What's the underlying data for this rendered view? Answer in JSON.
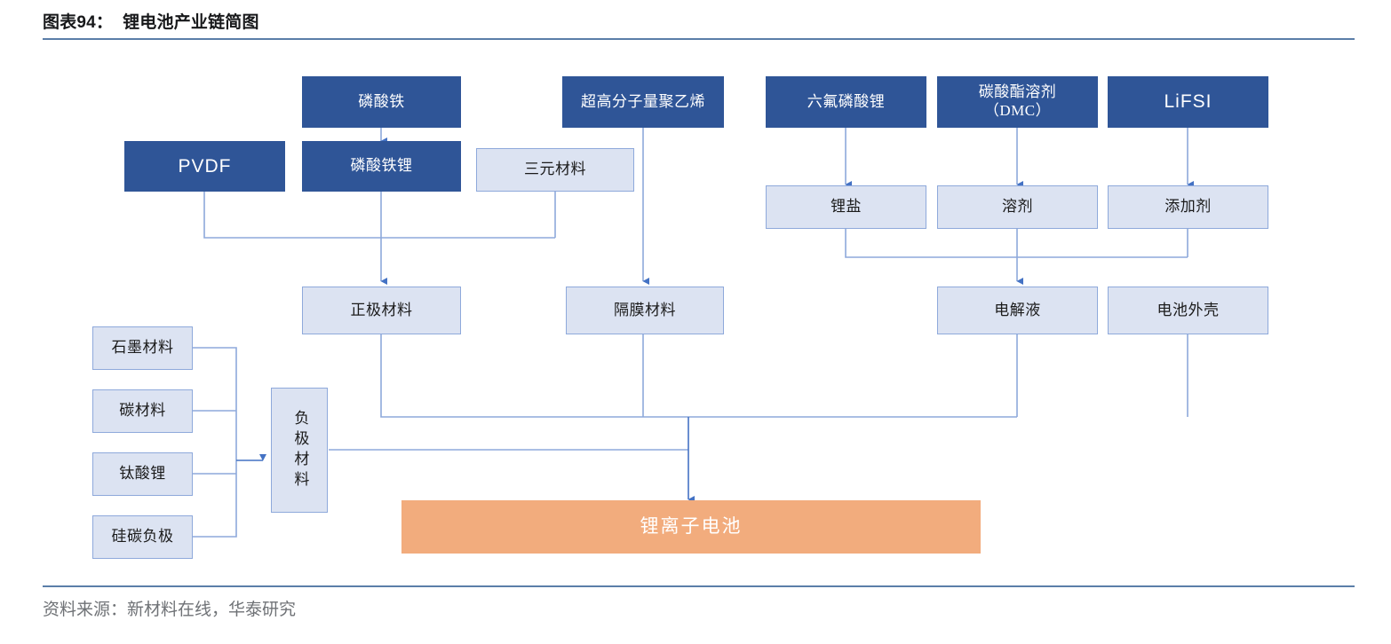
{
  "figure": {
    "title": "图表94：  锂电池产业链简图",
    "source": "资料来源：新材料在线，华泰研究"
  },
  "colors": {
    "dark_blue": "#2F5597",
    "light_blue_fill": "#DCE3F2",
    "light_blue_border": "#8EA9DB",
    "accent_orange": "#F2AC7D",
    "connector": "#8EA9DB",
    "arrow": "#4472C4",
    "rule": "#5B7EA8",
    "source_text": "#6F7276"
  },
  "nodes": {
    "lithium_iron_phosphate_raw": "磷酸铁",
    "uhmwpe": "超高分子量聚乙烯",
    "lithium_hexafluorophosphate": "六氟磷酸锂",
    "carbonate_solvent": "碳酸酯溶剂\n（DMC）",
    "lifsi": "LiFSI",
    "pvdf": "PVDF",
    "lfp": "磷酸铁锂",
    "ternary_material": "三元材料",
    "lithium_salt": "锂盐",
    "solvent": "溶剂",
    "additive": "添加剂",
    "cathode_material": "正极材料",
    "separator_material": "隔膜材料",
    "electrolyte": "电解液",
    "battery_shell": "电池外壳",
    "graphite_material": "石墨材料",
    "carbon_material": "碳材料",
    "lithium_titanate": "钛酸锂",
    "silicon_carbon_anode": "硅碳负极",
    "anode_material": "负极材料",
    "lithium_ion_battery": "锂离子电池"
  },
  "flow": {
    "edges": [
      {
        "from": "磷酸铁",
        "to": "磷酸铁锂"
      },
      {
        "from": "超高分子量聚乙烯",
        "to": "隔膜材料"
      },
      {
        "from": "六氟磷酸锂",
        "to": "锂盐"
      },
      {
        "from": "碳酸酯溶剂（DMC）",
        "to": "溶剂"
      },
      {
        "from": "LiFSI",
        "to": "添加剂"
      },
      {
        "from": "PVDF",
        "to": "正极材料"
      },
      {
        "from": "磷酸铁锂",
        "to": "正极材料"
      },
      {
        "from": "三元材料",
        "to": "正极材料"
      },
      {
        "from": "锂盐",
        "to": "电解液"
      },
      {
        "from": "溶剂",
        "to": "电解液"
      },
      {
        "from": "添加剂",
        "to": "电解液"
      },
      {
        "from": "石墨材料",
        "to": "负极材料"
      },
      {
        "from": "碳材料",
        "to": "负极材料"
      },
      {
        "from": "钛酸锂",
        "to": "负极材料"
      },
      {
        "from": "硅碳负极",
        "to": "负极材料"
      },
      {
        "from": "正极材料",
        "to": "锂离子电池"
      },
      {
        "from": "隔膜材料",
        "to": "锂离子电池"
      },
      {
        "from": "电解液",
        "to": "锂离子电池"
      },
      {
        "from": "电池外壳",
        "to": "锂离子电池"
      },
      {
        "from": "负极材料",
        "to": "锂离子电池"
      }
    ]
  }
}
